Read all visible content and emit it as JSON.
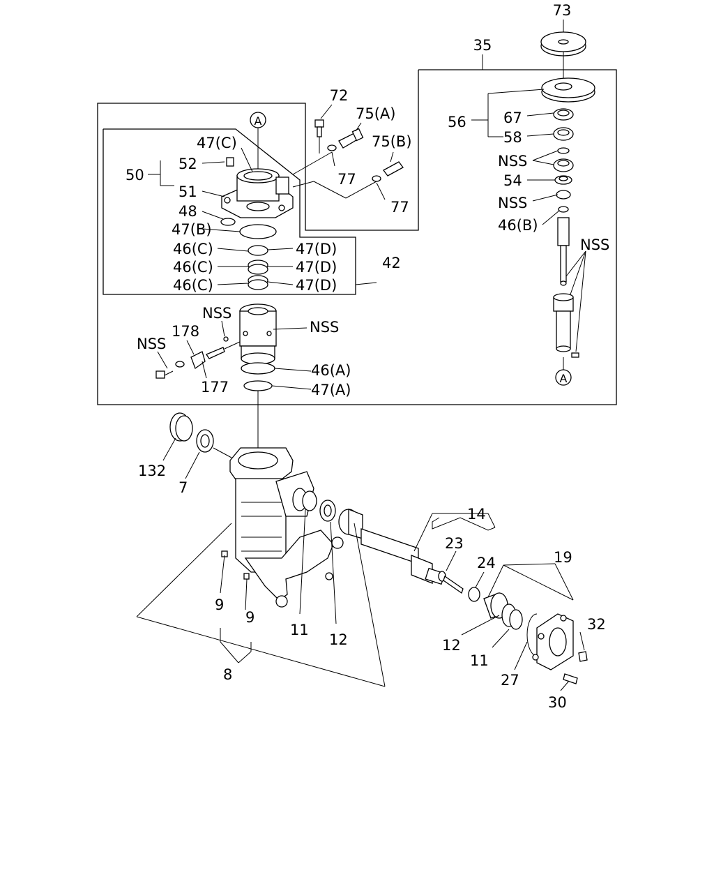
{
  "labels": {
    "l73": "73",
    "l35": "35",
    "l72": "72",
    "l75a": "75(A)",
    "l75b": "75(B)",
    "l77a": "77",
    "l77b": "77",
    "l47c": "47(C)",
    "l52": "52",
    "l50": "50",
    "l51": "51",
    "l48": "48",
    "l47b": "47(B)",
    "l46c1": "46(C)",
    "l46c2": "46(C)",
    "l46c3": "46(C)",
    "l47d1": "47(D)",
    "l47d2": "47(D)",
    "l47d3": "47(D)",
    "l42": "42",
    "l56": "56",
    "l67": "67",
    "l58": "58",
    "lnss1": "NSS",
    "l54": "54",
    "lnss2": "NSS",
    "l46b": "46(B)",
    "lnss3": "NSS",
    "lA1": "A",
    "lA2": "A",
    "lnss4": "NSS",
    "lnss5": "NSS",
    "l178": "178",
    "lnss6": "NSS",
    "l177": "177",
    "l46a": "46(A)",
    "l47a": "47(A)",
    "l132": "132",
    "l7": "7",
    "l14": "14",
    "l23": "23",
    "l24": "24",
    "l19": "19",
    "l9a": "9",
    "l9b": "9",
    "l11a": "11",
    "l12a": "12",
    "l8": "8",
    "l12b": "12",
    "l11b": "11",
    "l27": "27",
    "l32": "32",
    "l30": "30"
  }
}
